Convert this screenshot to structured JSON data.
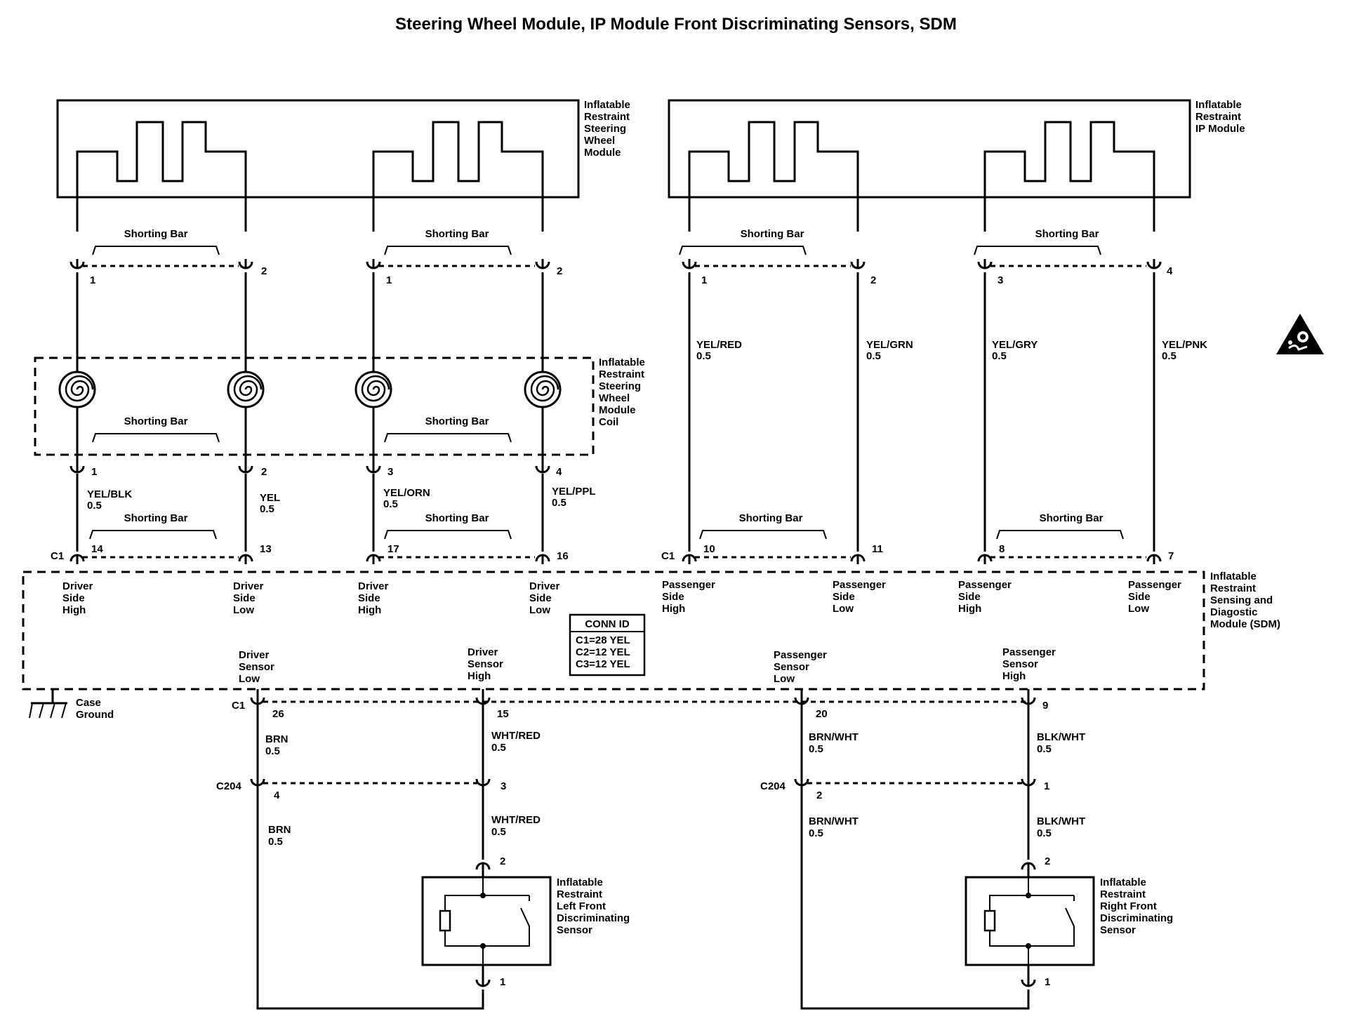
{
  "title": "Steering Wheel Module, IP Module Front Discriminating Sensors, SDM",
  "components": {
    "steering_wheel_module": [
      "Inflatable",
      "Restraint",
      "Steering",
      "Wheel",
      "Module"
    ],
    "ip_module": [
      "Inflatable",
      "Restraint",
      "IP Module"
    ],
    "coil": [
      "Inflatable",
      "Restraint",
      "Steering",
      "Wheel",
      "Module",
      "Coil"
    ],
    "sdm": [
      "Inflatable",
      "Restraint",
      "Sensing and",
      "Diagostic",
      "Module (SDM)"
    ],
    "left_sensor": [
      "Inflatable",
      "Restraint",
      "Left Front",
      "Discriminating",
      "Sensor"
    ],
    "right_sensor": [
      "Inflatable",
      "Restraint",
      "Right Front",
      "Discriminating",
      "Sensor"
    ]
  },
  "shorting_bar": "Shorting Bar",
  "connectors": {
    "c1": "C1",
    "c204": "C204"
  },
  "pins": {
    "swm": [
      "1",
      "2",
      "1",
      "2"
    ],
    "ipm": [
      "1",
      "2",
      "3",
      "4"
    ],
    "coil": [
      "1",
      "2",
      "3",
      "4"
    ],
    "sdm_upper": [
      "14",
      "13",
      "17",
      "16",
      "10",
      "11",
      "8",
      "7"
    ],
    "sdm_lower": [
      "26",
      "15",
      "20",
      "9"
    ],
    "c204": [
      "4",
      "3",
      "2",
      "1"
    ],
    "sensor_top": [
      "2",
      "2"
    ],
    "sensor_bottom": [
      "1",
      "1"
    ]
  },
  "wires": {
    "yel_red": [
      "YEL/RED",
      "0.5"
    ],
    "yel_grn": [
      "YEL/GRN",
      "0.5"
    ],
    "yel_gry": [
      "YEL/GRY",
      "0.5"
    ],
    "yel_pnk": [
      "YEL/PNK",
      "0.5"
    ],
    "yel_blk": [
      "YEL/BLK",
      "0.5"
    ],
    "yel": [
      "YEL",
      "0.5"
    ],
    "yel_orn": [
      "YEL/ORN",
      "0.5"
    ],
    "yel_ppl": [
      "YEL/PPL",
      "0.5"
    ],
    "brn_1": [
      "BRN",
      "0.5"
    ],
    "brn_2": [
      "BRN",
      "0.5"
    ],
    "wht_red_1": [
      "WHT/RED",
      "0.5"
    ],
    "wht_red_2": [
      "WHT/RED",
      "0.5"
    ],
    "brn_wht_1": [
      "BRN/WHT",
      "0.5"
    ],
    "brn_wht_2": [
      "BRN/WHT",
      "0.5"
    ],
    "blk_wht_1": [
      "BLK/WHT",
      "0.5"
    ],
    "blk_wht_2": [
      "BLK/WHT",
      "0.5"
    ]
  },
  "sdm_terminals": {
    "driver_side_high_1": [
      "Driver",
      "Side",
      "High"
    ],
    "driver_side_low_1": [
      "Driver",
      "Side",
      "Low"
    ],
    "driver_side_high_2": [
      "Driver",
      "Side",
      "High"
    ],
    "driver_side_low_2": [
      "Driver",
      "Side",
      "Low"
    ],
    "passenger_side_high_1": [
      "Passenger",
      "Side",
      "High"
    ],
    "passenger_side_low_1": [
      "Passenger",
      "Side",
      "Low"
    ],
    "passenger_side_high_2": [
      "Passenger",
      "Side",
      "High"
    ],
    "passenger_side_low_2": [
      "Passenger",
      "Side",
      "Low"
    ],
    "driver_sensor_low": [
      "Driver",
      "Sensor",
      "Low"
    ],
    "driver_sensor_high": [
      "Driver",
      "Sensor",
      "High"
    ],
    "passenger_sensor_low": [
      "Passenger",
      "Sensor",
      "Low"
    ],
    "passenger_sensor_high": [
      "Passenger",
      "Sensor",
      "High"
    ]
  },
  "conn_id": {
    "header": "CONN ID",
    "lines": [
      "C1=28 YEL",
      "C2=12 YEL",
      "C3=12 YEL"
    ]
  },
  "case_ground": [
    "Case",
    "Ground"
  ],
  "icon": "airbag-warning-icon"
}
